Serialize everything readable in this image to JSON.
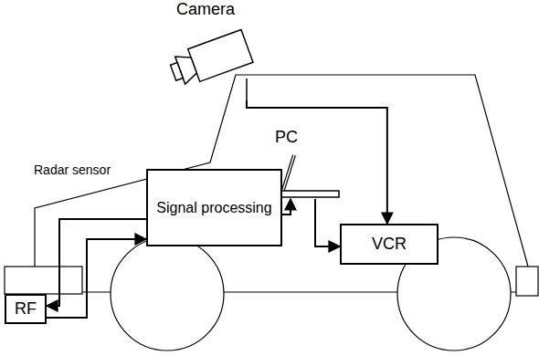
{
  "diagram": {
    "nodes": [
      {
        "text": [
          "Camera"
        ]
      },
      {
        "text": [
          "PC"
        ]
      },
      {
        "text": [
          "Signal processing"
        ]
      },
      {
        "text": [
          "VCR"
        ]
      },
      {
        "text": [
          "RF"
        ]
      }
    ],
    "edges": [
      {
        "from": 0,
        "to": 3,
        "arrow": "to"
      },
      {
        "from": 2,
        "to": 1,
        "arrow": "to"
      },
      {
        "from": 1,
        "to": 3,
        "arrow": "to"
      },
      {
        "from": 2,
        "to": 4,
        "arrow": "to"
      },
      {
        "from": 4,
        "to": 2,
        "arrow": "to"
      }
    ],
    "labels": [
      "Radar sensor"
    ]
  }
}
